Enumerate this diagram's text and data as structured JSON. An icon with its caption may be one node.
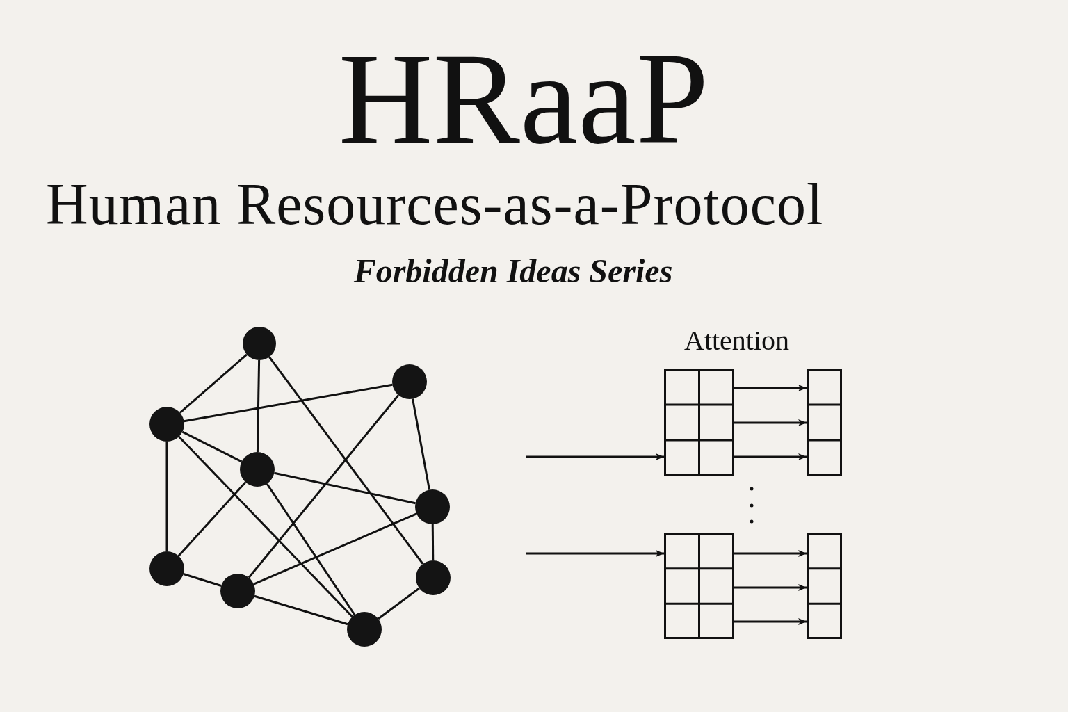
{
  "diagram": {
    "title": "HRaaP",
    "nodes": [
      {
        "text": [],
        "shape": "circle"
      },
      {
        "text": [],
        "shape": "circle"
      },
      {
        "text": [],
        "shape": "circle"
      },
      {
        "text": [],
        "shape": "circle"
      },
      {
        "text": [],
        "shape": "circle"
      },
      {
        "text": [],
        "shape": "circle"
      },
      {
        "text": [],
        "shape": "circle"
      },
      {
        "text": [],
        "shape": "circle"
      },
      {
        "text": [],
        "shape": "circle"
      },
      {
        "text": [],
        "shape": "box"
      },
      {
        "text": [],
        "shape": "box"
      },
      {
        "text": [],
        "shape": "box"
      },
      {
        "text": [],
        "shape": "box"
      }
    ],
    "edges": [
      {
        "from": 0,
        "to": 2,
        "arrow": "none"
      },
      {
        "from": 0,
        "to": 3,
        "arrow": "none"
      },
      {
        "from": 0,
        "to": 6,
        "arrow": "none"
      },
      {
        "from": 1,
        "to": 2,
        "arrow": "none"
      },
      {
        "from": 1,
        "to": 7,
        "arrow": "none"
      },
      {
        "from": 1,
        "to": 4,
        "arrow": "none"
      },
      {
        "from": 2,
        "to": 3,
        "arrow": "none"
      },
      {
        "from": 2,
        "to": 5,
        "arrow": "none"
      },
      {
        "from": 2,
        "to": 8,
        "arrow": "none"
      },
      {
        "from": 3,
        "to": 4,
        "arrow": "none"
      },
      {
        "from": 3,
        "to": 5,
        "arrow": "none"
      },
      {
        "from": 3,
        "to": 8,
        "arrow": "none"
      },
      {
        "from": 4,
        "to": 7,
        "arrow": "none"
      },
      {
        "from": 4,
        "to": 6,
        "arrow": "none"
      },
      {
        "from": 6,
        "to": 8,
        "arrow": "none"
      },
      {
        "from": 5,
        "to": 7,
        "arrow": "none"
      },
      {
        "from": 7,
        "to": 8,
        "arrow": "none"
      },
      {
        "from": null,
        "to": 9,
        "arrow": "to"
      },
      {
        "from": 9,
        "to": 10,
        "arrow": "to"
      },
      {
        "from": 9,
        "to": 10,
        "arrow": "to"
      },
      {
        "from": 9,
        "to": 10,
        "arrow": "to"
      },
      {
        "from": null,
        "to": 11,
        "arrow": "to"
      },
      {
        "from": 11,
        "to": 12,
        "arrow": "to"
      },
      {
        "from": 11,
        "to": 12,
        "arrow": "to"
      },
      {
        "from": 11,
        "to": 12,
        "arrow": "to"
      }
    ],
    "labels": [
      "Human Resources-as-a-Protocol",
      "Forbidden Ideas Series",
      "Attention"
    ]
  }
}
